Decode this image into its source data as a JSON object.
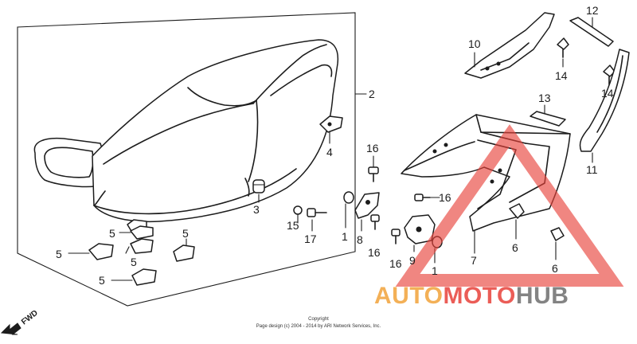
{
  "callouts": [
    {
      "id": "c1a",
      "text": "1"
    },
    {
      "id": "c1b",
      "text": "1"
    },
    {
      "id": "c2",
      "text": "2"
    },
    {
      "id": "c3",
      "text": "3"
    },
    {
      "id": "c4",
      "text": "4"
    },
    {
      "id": "c5a",
      "text": "5"
    },
    {
      "id": "c5b",
      "text": "5"
    },
    {
      "id": "c5c",
      "text": "5"
    },
    {
      "id": "c5d",
      "text": "5"
    },
    {
      "id": "c5e",
      "text": "5"
    },
    {
      "id": "c6a",
      "text": "6"
    },
    {
      "id": "c6b",
      "text": "6"
    },
    {
      "id": "c7",
      "text": "7"
    },
    {
      "id": "c8",
      "text": "8"
    },
    {
      "id": "c9",
      "text": "9"
    },
    {
      "id": "c10",
      "text": "10"
    },
    {
      "id": "c11",
      "text": "11"
    },
    {
      "id": "c12",
      "text": "12"
    },
    {
      "id": "c13",
      "text": "13"
    },
    {
      "id": "c14a",
      "text": "14"
    },
    {
      "id": "c14b",
      "text": "14"
    },
    {
      "id": "c15",
      "text": "15"
    },
    {
      "id": "c16a",
      "text": "16"
    },
    {
      "id": "c16b",
      "text": "16"
    },
    {
      "id": "c16c",
      "text": "16"
    },
    {
      "id": "c16d",
      "text": "16"
    },
    {
      "id": "c17",
      "text": "17"
    }
  ],
  "direction_label": "FWD",
  "copyright": {
    "line1": "Copyright",
    "line2": "Page design (c) 2004 - 2014 by ARI Network Services, Inc."
  },
  "watermark": {
    "part1": "AUTO",
    "part2": "MOTO",
    "part3": "HUB",
    "color_orange": "#f2a33a",
    "color_red": "#e8413a",
    "color_gray": "#6e6e6e"
  }
}
